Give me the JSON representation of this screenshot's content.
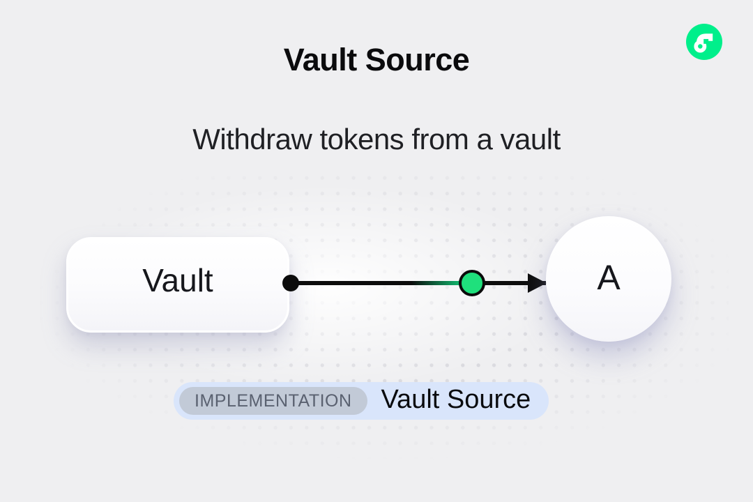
{
  "header": {
    "title": "Vault Source",
    "subtitle": "Withdraw tokens from a vault"
  },
  "logo": {
    "name": "Flow",
    "brand_color": "#00ef8b"
  },
  "diagram": {
    "source_node": {
      "label": "Vault"
    },
    "target_node": {
      "label": "A"
    },
    "edge": {
      "line_color": "#0c0c0c",
      "token_color": "#1fe07c"
    }
  },
  "footer_badge": {
    "tag": "IMPLEMENTATION",
    "label": "Vault Source",
    "tag_bg": "#c2cad7",
    "tag_text_color": "#5a6170",
    "bg": "#d9e5fb"
  }
}
